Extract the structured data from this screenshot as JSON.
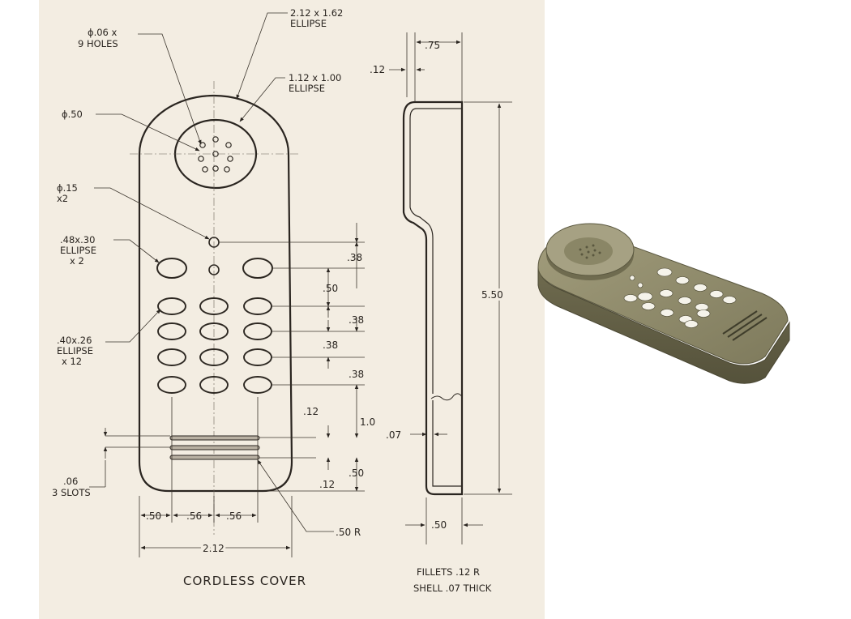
{
  "front_view": {
    "holes_dia": "ϕ.06 x",
    "holes_count": "9 HOLES",
    "outer_ellipse_size": "2.12 x 1.62",
    "outer_ellipse_word": "ELLIPSE",
    "inner_ellipse_size": "1.12 x 1.00",
    "inner_ellipse_word": "ELLIPSE",
    "boss_dia": "ϕ.50",
    "small_hole_dia": "ϕ.15",
    "small_hole_qty": "x2",
    "large_key_size": ".48x.30",
    "large_key_word": "ELLIPSE",
    "large_key_qty": "x 2",
    "small_key_size": ".40x.26",
    "small_key_word": "ELLIPSE",
    "small_key_qty": "x 12",
    "slot_width": ".06",
    "slot_count": "3 SLOTS",
    "dim_38_a": ".38",
    "dim_50_a": ".50",
    "dim_38_b": ".38",
    "dim_38_c": ".38",
    "dim_38_d": ".38",
    "dim_12_a": ".12",
    "dim_10": "1.0",
    "dim_50_b": ".50",
    "dim_12_b": ".12",
    "horiz_50": ".50",
    "horiz_56_a": ".56",
    "horiz_56_b": ".56",
    "width_total": "2.12",
    "fillet_r": ".50 R",
    "title": "CORDLESS COVER"
  },
  "side_view": {
    "top_width": ".75",
    "wall_offset": ".12",
    "height": "5.50",
    "shell_dim": ".07",
    "base_width": ".50"
  },
  "notes": {
    "fillets": "FILLETS  .12 R",
    "shell": "SHELL  .07 THICK"
  },
  "colors": {
    "paper": "#f3ede2",
    "ink": "#2a2520",
    "model_body": "#8f8a6a"
  }
}
